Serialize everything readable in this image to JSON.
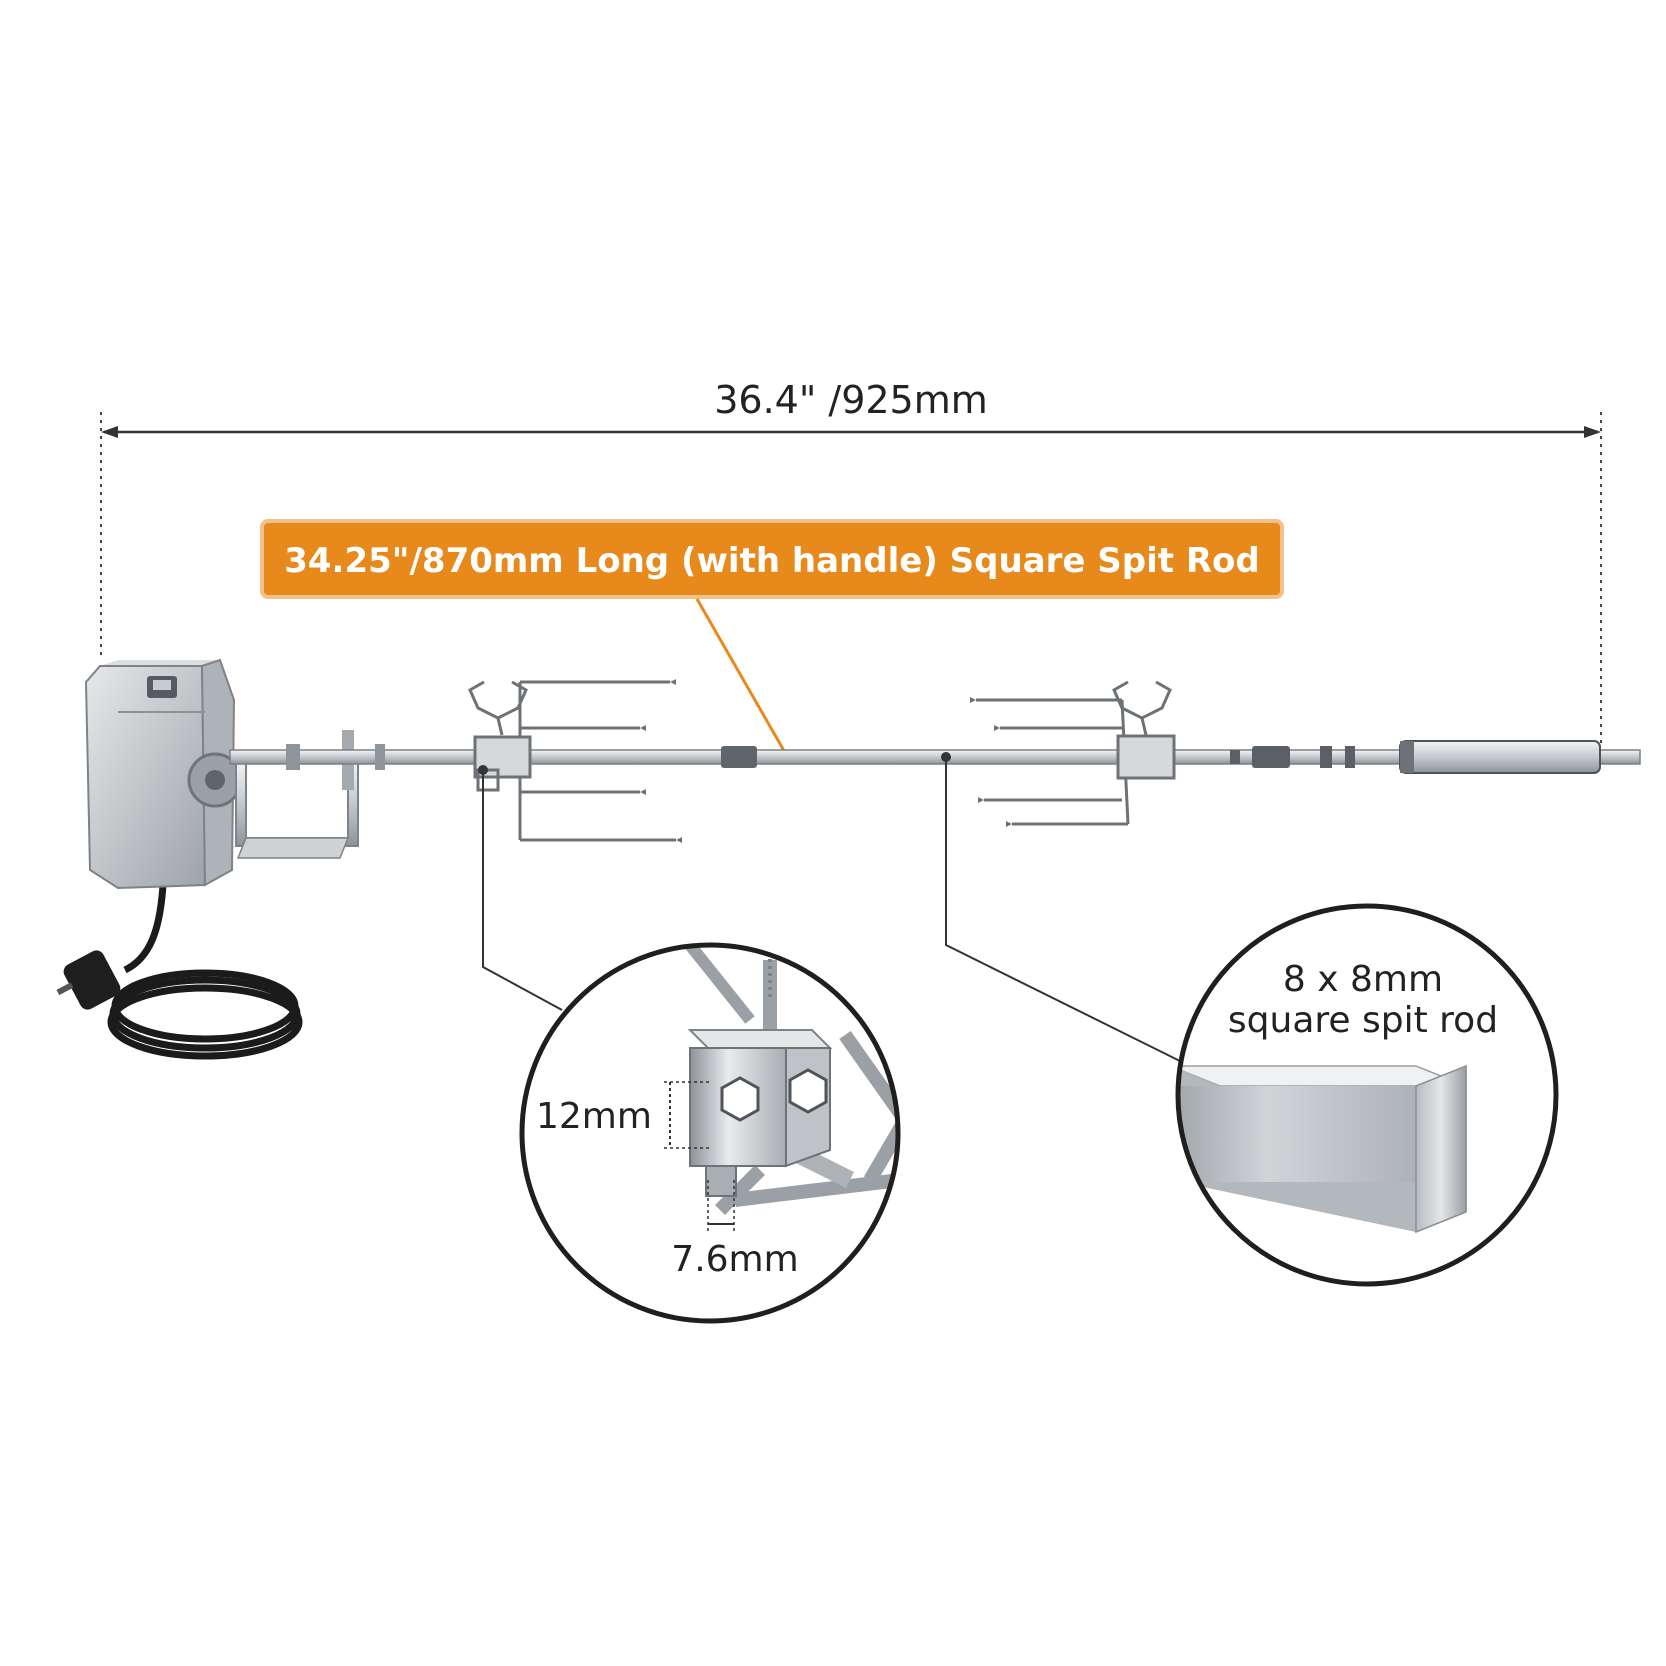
{
  "dimensions": {
    "overall_length": "36.4\" /925mm",
    "spit_rod_banner": "34.25\"/870mm Long (with handle) Square Spit Rod"
  },
  "fork_callout": {
    "hole_size": "12mm",
    "wall_gap": "7.6mm"
  },
  "rod_callout": {
    "line1": "8 x 8mm",
    "line2": "square spit rod"
  },
  "colors": {
    "accent": "#e8891c",
    "steel": "#c9cdd1",
    "steel_dark": "#8d9298",
    "line": "#333333",
    "cable": "#1b1b1b"
  }
}
